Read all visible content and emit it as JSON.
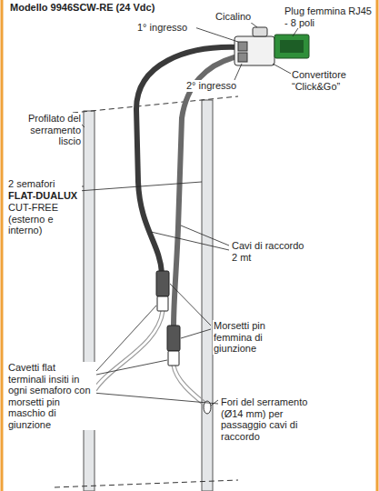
{
  "diagram": {
    "labels": [
      "Modello 9946SCW-RE (24 Vdc)",
      "1° ingresso",
      "Cicalino",
      "Plug femmina RJ45 - 8 poli",
      "Convertitore “Click&Go”",
      "2° ingresso",
      "Profilato del serramento liscio",
      "2 semafori",
      "FLAT-DUALUX",
      "CUT-FREE (esterno e interno)",
      "Cavi di raccordo 2 mt",
      "Morsetti pin femmina di giunzione",
      "Cavetti flat terminali insiti in ogni semaforo con morsetti pin maschio di giunzione",
      "Fori del serramento (Ø14 mm) per passaggio cavi di raccordo"
    ]
  }
}
